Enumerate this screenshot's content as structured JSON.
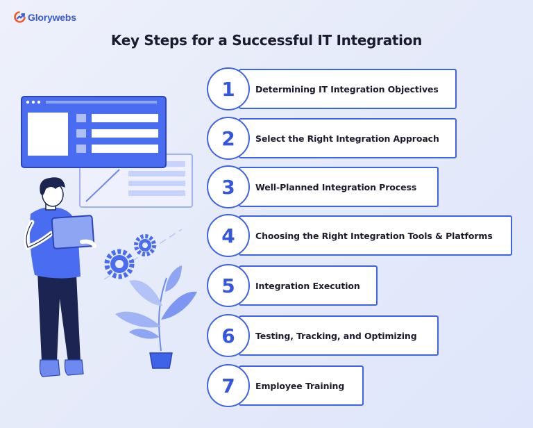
{
  "brand": {
    "name": "Glorywebs",
    "color": "#3a5bd9",
    "accent": "#f05a28"
  },
  "title": "Key Steps for a Successful IT Integration",
  "steps": [
    {
      "number": "1",
      "label": "Determining IT Integration Objectives"
    },
    {
      "number": "2",
      "label": "Select the Right Integration Approach"
    },
    {
      "number": "3",
      "label": "Well-Planned Integration Process"
    },
    {
      "number": "4",
      "label": "Choosing the Right Integration Tools & Platforms"
    },
    {
      "number": "5",
      "label": "Integration Execution"
    },
    {
      "number": "6",
      "label": "Testing, Tracking, and Optimizing"
    },
    {
      "number": "7",
      "label": "Employee Training"
    }
  ],
  "colors": {
    "primary": "#3f63e8",
    "text": "#1c1c2e",
    "background": "#e8ecfb"
  }
}
